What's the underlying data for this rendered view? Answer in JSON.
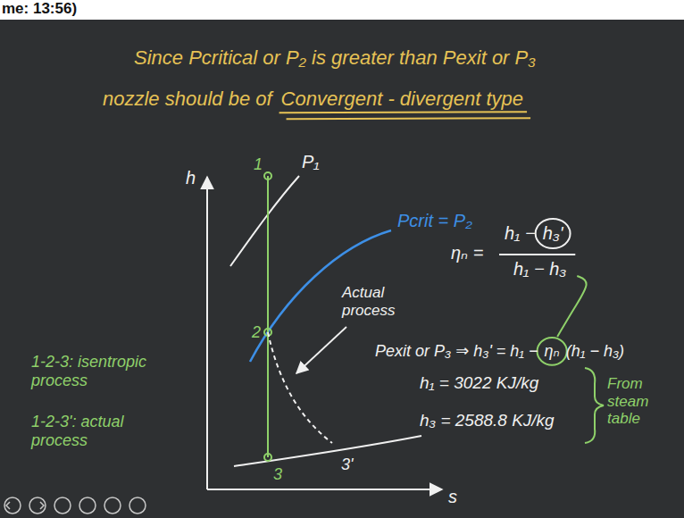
{
  "diagram": {
    "labels": [
      "me: 13:56)",
      "Since Pcritical or P₂ is greater than Pexit or P₃",
      "nozzle should be of",
      "Convergent - divergent type",
      "h",
      "s",
      "P₁",
      "Pcrit = P₂",
      "1",
      "2",
      "3",
      "3'",
      "Actual process",
      "1-2-3: isentropic process",
      "1-2-3': actual process",
      "ηₙ =",
      "h₁ −",
      "h₃'",
      "h₁ − h₃",
      "Pexit or P₃ ⇒ h₃' = h₁ −",
      "ηₙ",
      "(h₁ − h₃)",
      "h₁ = 3022 KJ/kg",
      "h₃ = 2588.8 KJ/kg",
      "From steam table"
    ]
  }
}
